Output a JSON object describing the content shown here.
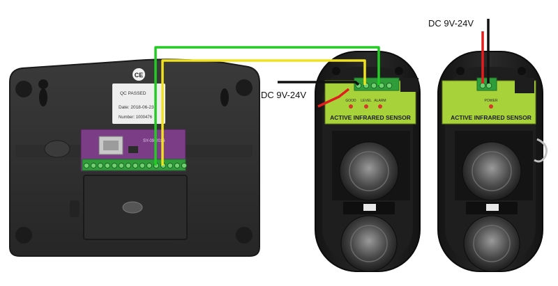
{
  "alarm_panel": {
    "ce_mark": "CE",
    "qc_label_line1": "QC PASSED",
    "qc_label_line2": "Date: 2018-06-23",
    "qc_label_line3": "Number: 1000476",
    "board_text": "SY-09-2016"
  },
  "left_detector": {
    "voltage_label": "DC 9V-24V",
    "led_labels": [
      "GOOD",
      "LEVEL",
      "ALARM"
    ],
    "band_text": "ACTIVE INFRARED SENSOR"
  },
  "right_detector": {
    "voltage_label": "DC 9V-24V",
    "power_label": "POWER",
    "band_text": "ACTIVE INFRARED SENSOR"
  },
  "colors": {
    "wire_green": "#22cc22",
    "wire_yellow": "#f2e21a",
    "wire_red": "#e11d1d",
    "wire_black": "#111111",
    "terminal_green": "#2f9e3a",
    "pcb_purple": "#7a3d86",
    "sensor_band": "#a8d23a"
  }
}
